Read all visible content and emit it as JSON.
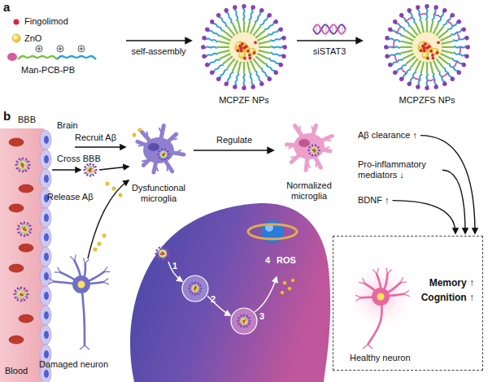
{
  "diagram": {
    "nodes": [
      {
        "text": [
          "Memory ↑",
          "Cognition ↑"
        ]
      }
    ],
    "labels": [
      "a",
      "Fingolimod",
      "ZnO",
      "Man-PCB-PB",
      "self-assembly",
      "MCPZF NPs",
      "siSTAT3",
      "MCPZFS NPs",
      "b",
      "BBB",
      "Brain",
      "Blood",
      "Cross BBB",
      "Recruit Aβ",
      "Release Aβ",
      "Dysfunctional microglia",
      "Regulate",
      "Normalized microglia",
      "Aβ clearance ↑",
      "Pro-inflammatory mediators ↓",
      "BDNF ↑",
      "Damaged neuron",
      "Healthy neuron",
      "1",
      "2",
      "3",
      "4",
      "ROS"
    ]
  }
}
